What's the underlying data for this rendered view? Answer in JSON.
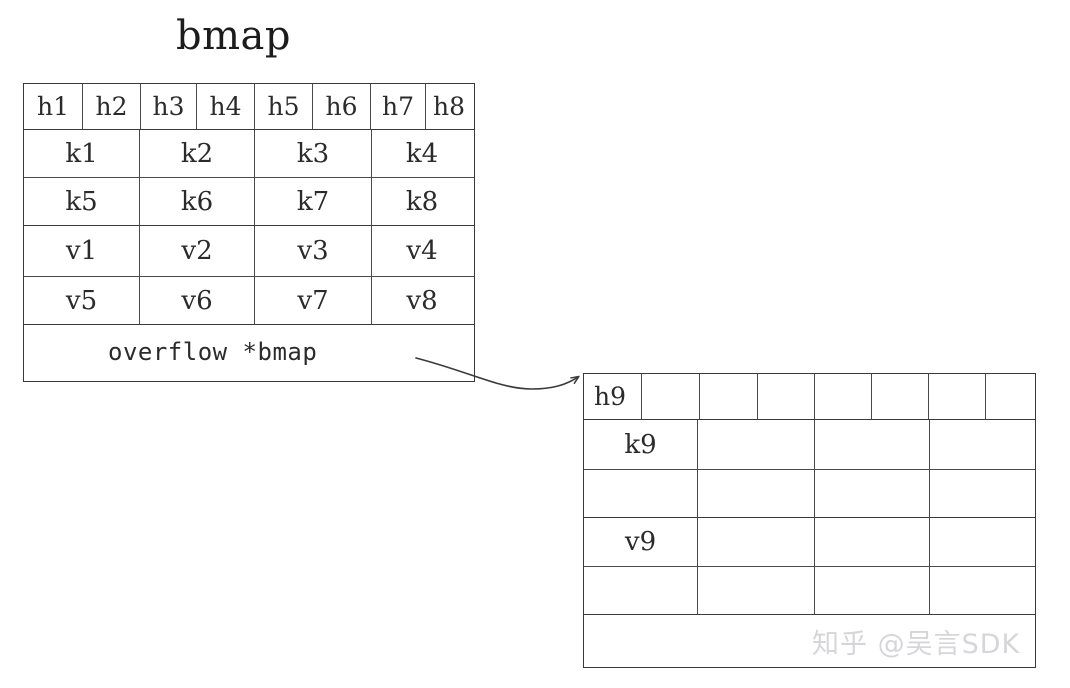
{
  "diagram": {
    "title": "bmap",
    "watermark": "知乎 @吴言SDK",
    "colors": {
      "stroke": "#3a3a3a",
      "inner_stroke": "#4a4a4a",
      "text": "#2b2b2b",
      "background": "#ffffff",
      "watermark": "#d6d6da"
    }
  },
  "left_bucket": {
    "label": "bmap",
    "tophash_row": [
      "h1",
      "h2",
      "h3",
      "h4",
      "h5",
      "h6",
      "h7",
      "h8"
    ],
    "key_rows": [
      [
        "k1",
        "k2",
        "k3",
        "k4"
      ],
      [
        "k5",
        "k6",
        "k7",
        "k8"
      ]
    ],
    "value_rows": [
      [
        "v1",
        "v2",
        "v3",
        "v4"
      ],
      [
        "v5",
        "v6",
        "v7",
        "v8"
      ]
    ],
    "overflow_label": "overflow  *bmap"
  },
  "overflow_bucket": {
    "tophash_row": [
      "h9",
      "",
      "",
      "",
      "",
      "",
      "",
      ""
    ],
    "key_rows": [
      [
        "k9",
        "",
        "",
        ""
      ],
      [
        "",
        "",
        "",
        ""
      ]
    ],
    "value_rows": [
      [
        "v9",
        "",
        "",
        ""
      ],
      [
        "",
        "",
        "",
        ""
      ]
    ],
    "overflow_label": ""
  },
  "connector": {
    "from": "overflow-pointer-cell",
    "to": "overflow-bucket-top-left",
    "arrow": "curved-arrow"
  }
}
